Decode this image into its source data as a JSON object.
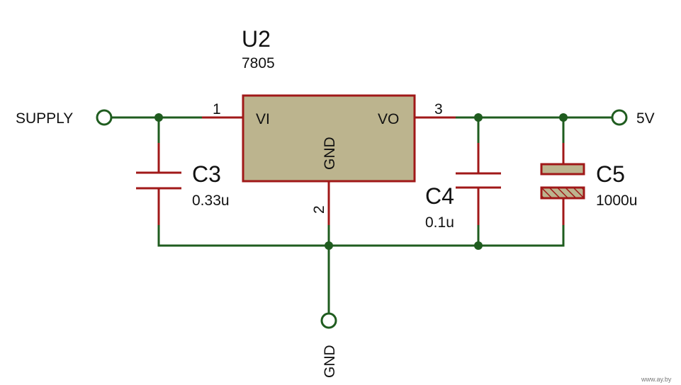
{
  "regulator": {
    "ref": "U2",
    "part": "7805",
    "pin_vi": "VI",
    "pin_vo": "VO",
    "pin_gnd": "GND",
    "pin1": "1",
    "pin2": "2",
    "pin3": "3"
  },
  "terminals": {
    "supply": "SUPPLY",
    "out": "5V",
    "gnd": "GND"
  },
  "capacitors": {
    "c3": {
      "ref": "C3",
      "value": "0.33u"
    },
    "c4": {
      "ref": "C4",
      "value": "0.1u"
    },
    "c5": {
      "ref": "C5",
      "value": "1000u"
    }
  },
  "watermark": "www.ay.by",
  "colors": {
    "wire": "#1f5c1f",
    "lead": "#a01818",
    "body_fill": "#bcb48e",
    "body_stroke": "#a01818",
    "background": "#ffffff"
  }
}
